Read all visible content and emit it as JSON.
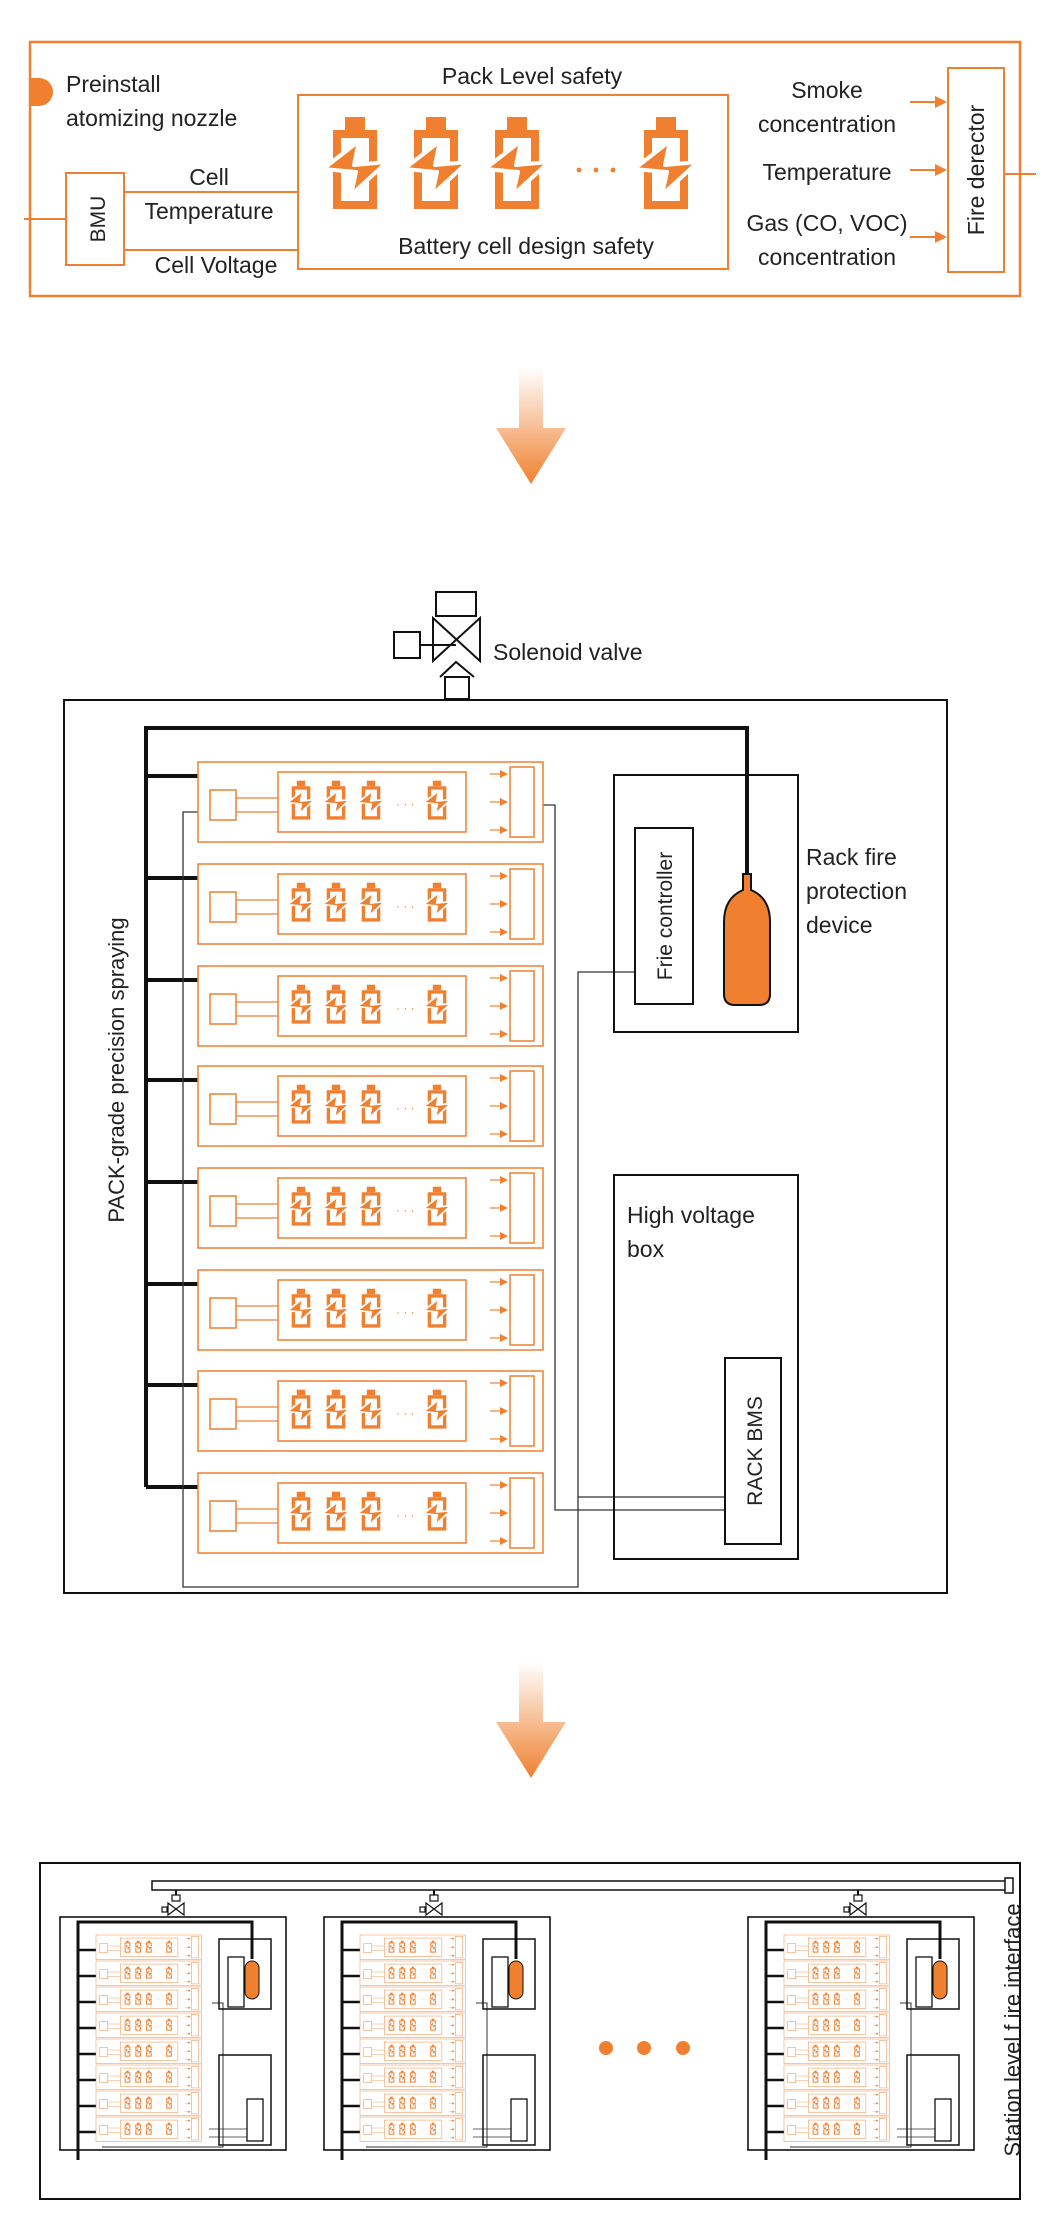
{
  "colors": {
    "accent": "#F08030",
    "line": "#111111",
    "text": "#222222"
  },
  "pack": {
    "nozzle_line1": "Preinstall",
    "nozzle_line2": "atomizing nozzle",
    "bmu": "BMU",
    "cell_temp_line1": "Cell",
    "cell_temp_line2": "Temperature",
    "cell_voltage": "Cell Voltage",
    "pack_level": "Pack Level safety",
    "cell_design": "Battery cell design safety",
    "smoke_line1": "Smoke",
    "smoke_line2": "concentration",
    "temperature": "Temperature",
    "gas_line1": "Gas (CO, VOC)",
    "gas_line2": "concentration",
    "fire_detector": "Fire derector"
  },
  "rack": {
    "solenoid": "Solenoid valve",
    "spraying": "PACK-grade precision spraying",
    "fire_controller": "Frie controller",
    "protection_line1": "Rack fire",
    "protection_line2": "protection",
    "protection_line3": "device",
    "hv_line1": "High voltage",
    "hv_line2": "box",
    "rack_bms": "RACK BMS"
  },
  "station": {
    "interface": "Station level f ire interface"
  }
}
